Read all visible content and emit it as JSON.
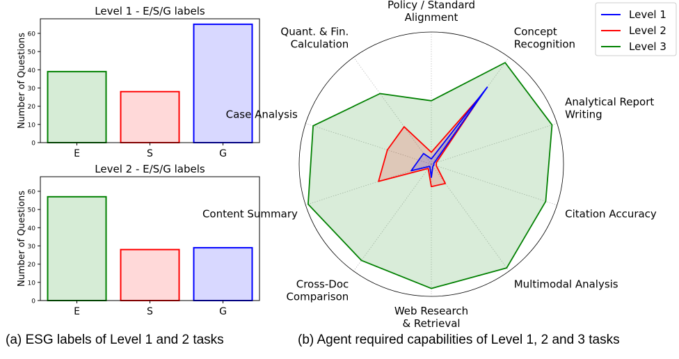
{
  "chart_data": [
    {
      "type": "bar",
      "title": "Level 1 - E/S/G labels",
      "ylabel": "Number of Questions",
      "categories": [
        "E",
        "S",
        "G"
      ],
      "values": [
        39,
        28,
        65
      ],
      "ylim": [
        0,
        68
      ],
      "yticks": [
        0,
        10,
        20,
        30,
        40,
        50,
        60
      ],
      "grid": false,
      "colors": {
        "fill": [
          "#d6ecd6",
          "#ffd9d9",
          "#d8d8ff"
        ],
        "edge": [
          "#008000",
          "#ff0000",
          "#0000ff"
        ]
      }
    },
    {
      "type": "bar",
      "title": "Level 2 - E/S/G labels",
      "ylabel": "Number of Questions",
      "categories": [
        "E",
        "S",
        "G"
      ],
      "values": [
        57,
        28,
        29
      ],
      "ylim": [
        0,
        68
      ],
      "yticks": [
        0,
        10,
        20,
        30,
        40,
        50,
        60
      ],
      "grid": false,
      "colors": {
        "fill": [
          "#d6ecd6",
          "#ffd9d9",
          "#d8d8ff"
        ],
        "edge": [
          "#008000",
          "#ff0000",
          "#0000ff"
        ]
      }
    },
    {
      "type": "radar",
      "axes": [
        [
          "Concept",
          "Recognition"
        ],
        [
          "Analytical Report",
          "Writing"
        ],
        [
          "Citation Accuracy"
        ],
        [
          "Multimodal Analysis"
        ],
        [
          "Web Research",
          "& Retrieval"
        ],
        [
          "Cross-Doc",
          "Comparison"
        ],
        [
          "Content Summary"
        ],
        [
          "Case Analysis"
        ],
        [
          "Quant. & Fin.",
          "Calculation"
        ],
        [
          "Policy / Standard",
          "Alignment"
        ]
      ],
      "rmax": 1.0,
      "legend_position": "top-right",
      "series": [
        {
          "name": "Level 1",
          "color": "#0000ff",
          "values": [
            0.72,
            0.02,
            0.02,
            0.02,
            0.1,
            0.02,
            0.16,
            0.1,
            0.1,
            0.04
          ]
        },
        {
          "name": "Level 2",
          "color": "#ff0000",
          "values": [
            0.65,
            0.04,
            0.04,
            0.18,
            0.17,
            0.04,
            0.42,
            0.35,
            0.35,
            0.09
          ]
        },
        {
          "name": "Level 3",
          "color": "#008000",
          "values": [
            0.95,
            0.96,
            0.91,
            0.97,
            0.94,
            0.9,
            0.98,
            0.94,
            0.66,
            0.48
          ]
        }
      ]
    }
  ],
  "captions": {
    "a": "(a) ESG labels of Level 1 and 2 tasks",
    "b": "(b) Agent required capabilities of Level 1, 2 and 3 tasks"
  }
}
